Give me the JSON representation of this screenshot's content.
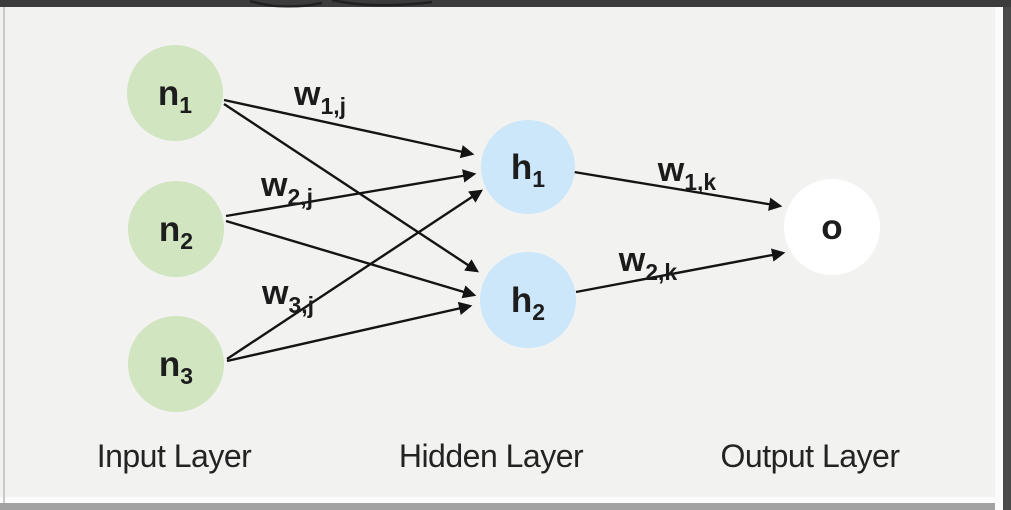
{
  "diagram": {
    "type": "neural-network-diagram",
    "layer_labels": [
      "Input Layer",
      "Hidden Layer",
      "Output Layer"
    ],
    "nodes": [
      {
        "id": "n1",
        "layer": "input",
        "base": "n",
        "sub": "1"
      },
      {
        "id": "n2",
        "layer": "input",
        "base": "n",
        "sub": "2"
      },
      {
        "id": "n3",
        "layer": "input",
        "base": "n",
        "sub": "3"
      },
      {
        "id": "h1",
        "layer": "hidden",
        "base": "h",
        "sub": "1"
      },
      {
        "id": "h2",
        "layer": "hidden",
        "base": "h",
        "sub": "2"
      },
      {
        "id": "o",
        "layer": "output",
        "base": "o",
        "sub": ""
      }
    ],
    "weight_labels": [
      {
        "id": "w1j",
        "base": "w",
        "sub": "1,j"
      },
      {
        "id": "w2j",
        "base": "w",
        "sub": "2,j"
      },
      {
        "id": "w3j",
        "base": "w",
        "sub": "3,j"
      },
      {
        "id": "w1k",
        "base": "w",
        "sub": "1,k"
      },
      {
        "id": "w2k",
        "base": "w",
        "sub": "2,k"
      }
    ],
    "edges": [
      {
        "from": "n1",
        "to": "h1"
      },
      {
        "from": "n1",
        "to": "h2"
      },
      {
        "from": "n2",
        "to": "h1"
      },
      {
        "from": "n2",
        "to": "h2"
      },
      {
        "from": "n3",
        "to": "h1"
      },
      {
        "from": "n3",
        "to": "h2"
      },
      {
        "from": "h1",
        "to": "o"
      },
      {
        "from": "h2",
        "to": "o"
      }
    ],
    "colors": {
      "input_node_fill": "#d0e5c0",
      "hidden_node_fill": "#cbe7f9",
      "output_node_fill": "#ffffff",
      "edge_stroke": "#141414",
      "canvas_background": "#f2f2f1",
      "top_bar": "#3c3c3c",
      "right_bar": "#494949",
      "bottom_bar": "#a2a2a2",
      "left_border": "#cacaca",
      "inner_highlight": "#fbfbfb"
    }
  }
}
